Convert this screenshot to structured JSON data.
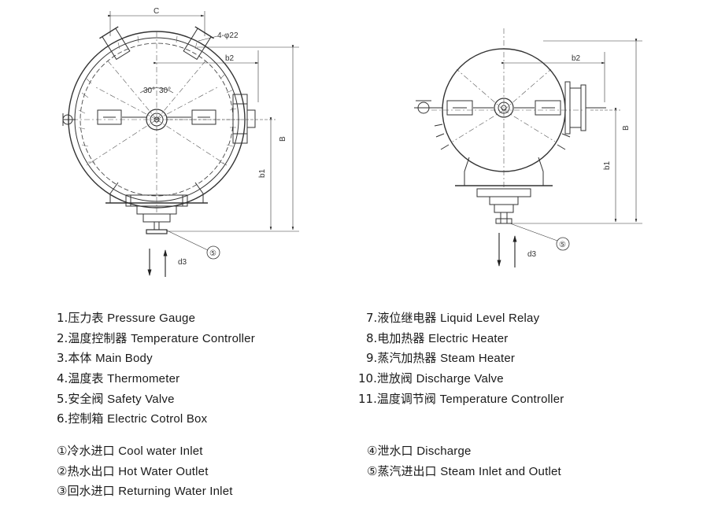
{
  "diagram": {
    "labels": {
      "c": "C",
      "holes": "4-φ22",
      "b2": "b2",
      "b1": "b1",
      "B": "B",
      "angle": "30°",
      "d3": "d3",
      "callout": "⑤"
    },
    "left_view_labels": [
      "C",
      "4-φ22",
      "b2",
      "30°",
      "30°",
      "B",
      "b1",
      "d3",
      "⑤"
    ],
    "right_view_labels": [
      "b2",
      "B",
      "b1",
      "d3",
      "⑤"
    ]
  },
  "parts": [
    {
      "num": "1.",
      "zh": "压力表",
      "en": "Pressure Gauge"
    },
    {
      "num": "2.",
      "zh": "温度控制器",
      "en": "Temperature Controller"
    },
    {
      "num": "3.",
      "zh": "本体",
      "en": "Main Body"
    },
    {
      "num": "4.",
      "zh": "温度表",
      "en": "Thermometer"
    },
    {
      "num": "5.",
      "zh": "安全阀",
      "en": "Safety Valve"
    },
    {
      "num": "6.",
      "zh": "控制箱",
      "en": "Electric Cotrol Box"
    },
    {
      "num": "7.",
      "zh": "液位继电器",
      "en": "Liquid Level Relay"
    },
    {
      "num": "8.",
      "zh": "电加热器",
      "en": "Electric Heater"
    },
    {
      "num": "9.",
      "zh": "蒸汽加热器",
      "en": "Steam Heater"
    },
    {
      "num": "10.",
      "zh": "泄放阀",
      "en": "Discharge Valve"
    },
    {
      "num": "11.",
      "zh": "温度调节阀",
      "en": "Temperature Controller"
    }
  ],
  "ports": [
    {
      "mark": "①",
      "zh": "冷水进口",
      "en": "Cool water Inlet"
    },
    {
      "mark": "②",
      "zh": "热水出口",
      "en": "Hot Water Outlet"
    },
    {
      "mark": "③",
      "zh": "回水进口",
      "en": "Returning Water Inlet"
    },
    {
      "mark": "④",
      "zh": "泄水口",
      "en": "Discharge"
    },
    {
      "mark": "⑤",
      "zh": "蒸汽进出口",
      "en": "Steam Inlet and Outlet"
    }
  ]
}
